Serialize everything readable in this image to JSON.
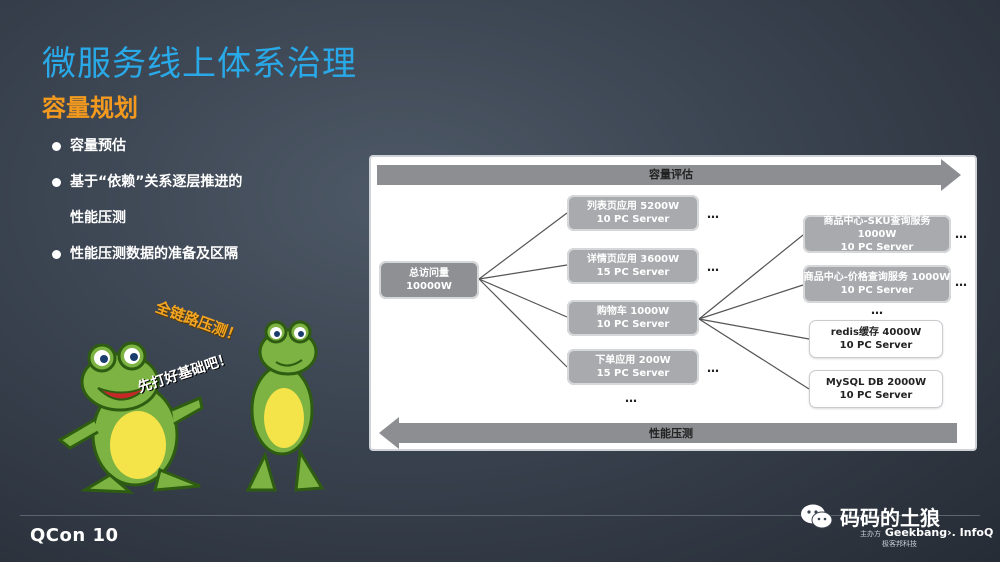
{
  "slide": {
    "title": "微服务线上体系治理",
    "subtitle": "容量规划",
    "bullets": [
      "容量预估",
      "基于“依赖”关系逐层推进的",
      "性能压测",
      "性能压测数据的准备及区隔"
    ]
  },
  "frogs": {
    "caption1": "全链路压测！",
    "caption2": "先打好基础吧！"
  },
  "diagram": {
    "top_arrow_label": "容量评估",
    "bottom_arrow_label": "性能压测",
    "root": {
      "line1": "总访问量",
      "line2": "10000W"
    },
    "apps": [
      {
        "line1": "列表页应用 5200W",
        "line2": "10 PC Server"
      },
      {
        "line1": "详情页应用 3600W",
        "line2": "15 PC Server"
      },
      {
        "line1": "购物车 1000W",
        "line2": "10 PC Server"
      },
      {
        "line1": "下单应用 200W",
        "line2": "15 PC Server"
      }
    ],
    "services": [
      {
        "line1": "商品中心-SKU查询服务 1000W",
        "line2": "10 PC Server"
      },
      {
        "line1": "商品中心-价格查询服务 1000W",
        "line2": "10 PC Server"
      },
      {
        "line1": "redis缓存 4000W",
        "line2": "10 PC Server"
      },
      {
        "line1": "MySQL DB 2000W",
        "line2": "10 PC Server"
      }
    ],
    "ellipsis": "…"
  },
  "footer": {
    "logo": "QCon 10",
    "wechat_name": "码码的土狼",
    "brand_small": "主办方",
    "brand_geekbang": "Geekbang›.",
    "brand_infoq": "InfoQ",
    "brand_geek_sub": "极客邦科技"
  },
  "colors": {
    "title": "#29a9e8",
    "subtitle": "#f39a1e",
    "node_gray": "#a8aaad",
    "arrow_gray": "#8c8e91"
  }
}
